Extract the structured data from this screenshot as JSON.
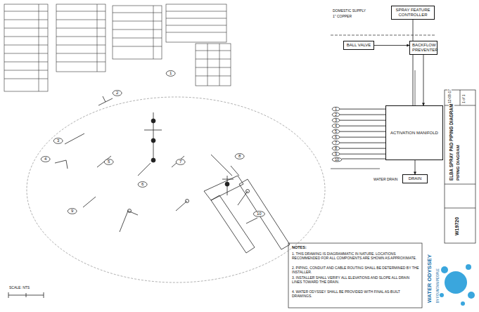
{
  "diagram": {
    "title": "ELBA SPRAY PAD PIPING DIAGRAM",
    "nodes": [
      {
        "text": [
          "SPRAY FEATURE CONTROLLER"
        ]
      },
      {
        "text": [
          "ACTIVATION MANIFOLD"
        ]
      },
      {
        "text": [
          "BALL VALVE"
        ]
      },
      {
        "text": [
          "BACKFLOW PREVENTER"
        ]
      },
      {
        "text": [
          "DRAIN"
        ]
      },
      {
        "text": [
          "1"
        ]
      },
      {
        "text": [
          "2"
        ]
      },
      {
        "text": [
          "3"
        ]
      },
      {
        "text": [
          "4"
        ]
      },
      {
        "text": [
          "5"
        ]
      },
      {
        "text": [
          "6"
        ]
      },
      {
        "text": [
          "7"
        ]
      },
      {
        "text": [
          "8"
        ]
      },
      {
        "text": [
          "9"
        ]
      },
      {
        "text": [
          "10"
        ]
      },
      {
        "text": [
          "1"
        ]
      },
      {
        "text": [
          "2"
        ]
      },
      {
        "text": [
          "3"
        ]
      },
      {
        "text": [
          "4"
        ]
      },
      {
        "text": [
          "5"
        ]
      },
      {
        "text": [
          "6"
        ]
      },
      {
        "text": [
          "7"
        ]
      },
      {
        "text": [
          "8"
        ]
      },
      {
        "text": [
          "9"
        ]
      },
      {
        "text": [
          "10"
        ]
      }
    ],
    "edges": [
      {
        "from": 2,
        "to": 3,
        "arrow": "to"
      },
      {
        "from": 3,
        "to": 1,
        "arrow": "to"
      },
      {
        "from": 0,
        "to": 1,
        "arrow": "none"
      },
      {
        "from": 1,
        "to": 4,
        "arrow": "to"
      },
      {
        "from": 5,
        "to": 1,
        "arrow": "none"
      },
      {
        "from": 6,
        "to": 1,
        "arrow": "none"
      },
      {
        "from": 7,
        "to": 1,
        "arrow": "none"
      },
      {
        "from": 8,
        "to": 1,
        "arrow": "none"
      },
      {
        "from": 9,
        "to": 1,
        "arrow": "none"
      },
      {
        "from": 10,
        "to": 1,
        "arrow": "none"
      },
      {
        "from": 11,
        "to": 1,
        "arrow": "none"
      },
      {
        "from": 12,
        "to": 1,
        "arrow": "none"
      },
      {
        "from": 13,
        "to": 1,
        "arrow": "none"
      },
      {
        "from": 14,
        "to": 1,
        "arrow": "none"
      }
    ],
    "labels": [
      "DOMESTIC SUPPLY",
      "1\" COPPER",
      "WATER DRAIN",
      "PIPING DIAGRAM",
      "W19720",
      "1 of 1",
      "12-08-17",
      "WATER ODYSSEY",
      "BY FOUNTAIN PEOPLE",
      "NOTES:",
      "1. THIS DRAWING IS DIAGRAMMATIC IN NATURE. LOCATIONS RECOMMENDED FOR ALL COMPONENTS ARE SHOWN AS APPROXIMATE.",
      "2. PIPING, CONDUIT AND CABLE ROUTING SHALL BE DETERMINED BY THE INSTALLER.",
      "3. INSTALLER SHALL VERIFY ALL ELEVATIONS AND SLOPE ALL DRAIN LINES TOWARD THE DRAIN.",
      "4. WATER ODYSSEY SHALL BE PROVIDED WITH FINAL AS-BUILT DRAWINGS.",
      "SCALE: NTS"
    ]
  }
}
